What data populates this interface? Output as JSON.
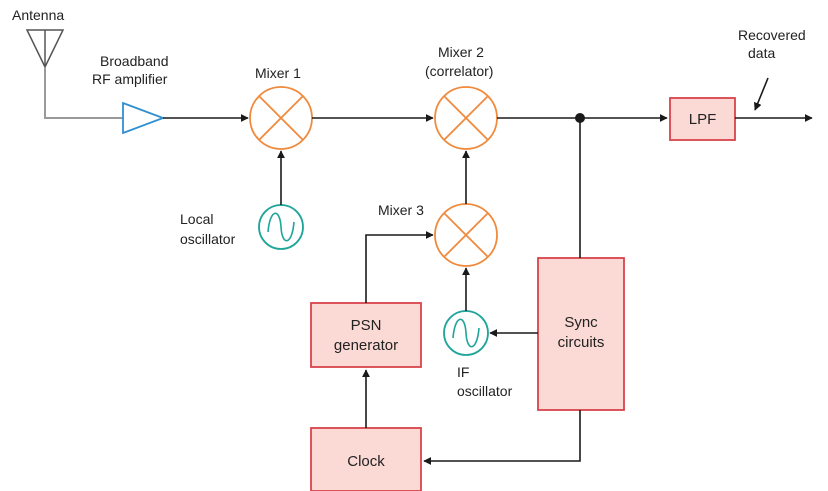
{
  "labels": {
    "antenna": "Antenna",
    "amp_line1": "Broadband",
    "amp_line2": "RF amplifier",
    "mixer1": "Mixer 1",
    "mixer2_line1": "Mixer 2",
    "mixer2_line2": "(correlator)",
    "mixer3": "Mixer 3",
    "local_osc_line1": "Local",
    "local_osc_line2": "oscillator",
    "if_osc_line1": "IF",
    "if_osc_line2": "oscillator",
    "recovered_line1": "Recovered",
    "recovered_line2": "data"
  },
  "blocks": {
    "lpf": "LPF",
    "psn_line1": "PSN",
    "psn_line2": "generator",
    "sync_line1": "Sync",
    "sync_line2": "circuits",
    "clock": "Clock"
  },
  "colors": {
    "block_fill": "#fbd9d4",
    "block_stroke": "#d9434b",
    "mixer_stroke": "#f08a3c",
    "oscillator_stroke": "#1fa59a",
    "amplifier_stroke": "#2f8fd0",
    "antenna_wire": "#9a9a9a",
    "line": "#1a1a1a"
  }
}
